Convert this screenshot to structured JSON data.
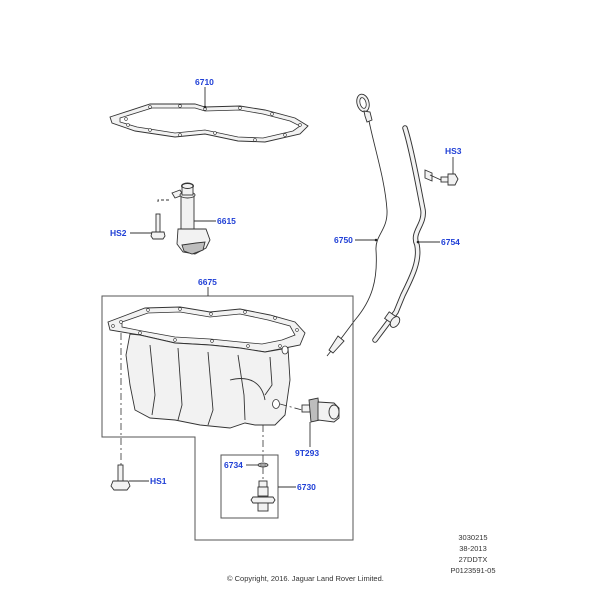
{
  "diagram": {
    "subject": "Engine oil pan, dipstick and drain plug assembly",
    "label_color": "#1f3fd6",
    "line_color": "#333333",
    "parts": [
      {
        "id": "gasket",
        "label": "6710"
      },
      {
        "id": "oil-filler-tube",
        "label": "6615"
      },
      {
        "id": "bolt-hs2",
        "label": "HS2"
      },
      {
        "id": "dipstick",
        "label": "6750"
      },
      {
        "id": "dipstick-tube",
        "label": "6754"
      },
      {
        "id": "bolt-hs3",
        "label": "HS3"
      },
      {
        "id": "oil-pan",
        "label": "6675"
      },
      {
        "id": "oil-level-sensor",
        "label": "9T293"
      },
      {
        "id": "bolt-hs1",
        "label": "HS1"
      },
      {
        "id": "drain-plug-washer",
        "label": "6734"
      },
      {
        "id": "drain-plug",
        "label": "6730"
      }
    ]
  },
  "meta": {
    "lines": [
      "3030215",
      "38-2013",
      "27DDTX",
      "P0123591-05"
    ]
  },
  "footer": {
    "copyright": "© Copyright, 2016. Jaguar Land Rover Limited."
  }
}
